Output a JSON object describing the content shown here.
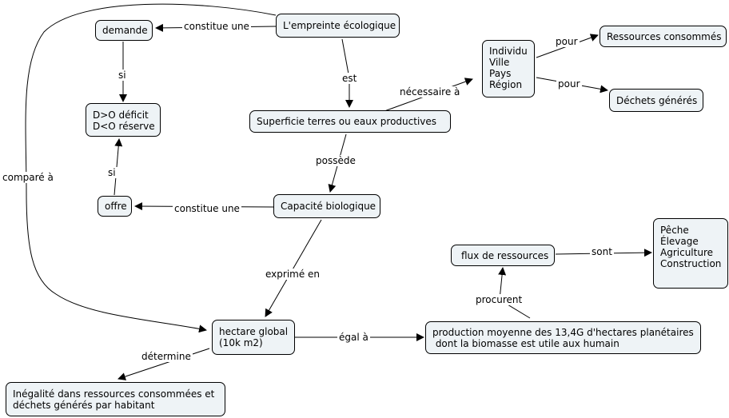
{
  "concept_map": {
    "nodes": {
      "empreinte": "L'empreinte écologique",
      "demande": "demande",
      "deficit": "D>O déficit\nD<O réserve",
      "offre": "offre",
      "superficie": "Superficie terres ou eaux productives",
      "individu": "Individu\nVille\nPays\nRégion",
      "ressources": "Ressources consommés",
      "dechets": "Déchets générés",
      "capacite": "Capacité biologique",
      "flux": "flux de ressources",
      "peche": "Pêche\nÉlevage\nAgriculture\nConstruction",
      "hectare": "hectare global\n(10k m2)",
      "production": "production moyenne des 13,4G d'hectares planétaires\n dont la biomasse est utile aux humain",
      "inegalite": "Inégalité dans ressources consommées et\ndéchets générés par habitant"
    },
    "links": {
      "constitue1": "constitue une",
      "si1": "si",
      "si2": "si",
      "est": "est",
      "necessaire": "nécessaire à",
      "pour1": "pour",
      "pour2": "pour",
      "possede": "possède",
      "constitue2": "constitue une",
      "compare": "comparé à",
      "exprime": "exprimé en",
      "sont": "sont",
      "procurent": "procurent",
      "egal": "égal à",
      "determine": "détermine"
    }
  }
}
